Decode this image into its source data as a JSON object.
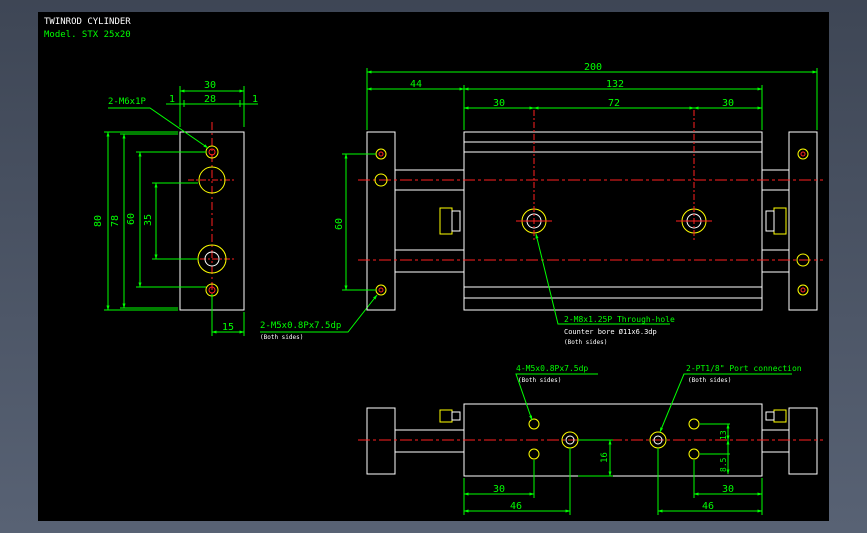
{
  "title": "TWINROD CYLINDER",
  "model": "Model. STX 25x20",
  "colors": {
    "background": "#000000",
    "outline": "#ffffff",
    "dimension": "#00ff00",
    "centerline": "#ff2020",
    "holes": "#ffff00",
    "leader_text": "#ffffff"
  },
  "side_view": {
    "dims_top": [
      "30",
      "28",
      "1",
      "1"
    ],
    "dims_left": [
      "80",
      "78",
      "60",
      "35"
    ],
    "dim_bottom": "15",
    "callout_top": "2-M6x1P",
    "callout_bottom": "2-M5x0.8Px7.5dp",
    "callout_bottom_note": "(Both sides)"
  },
  "front_view": {
    "dims_top": [
      "200",
      "44",
      "132",
      "30",
      "72",
      "30"
    ],
    "dim_left": "60",
    "callout_center": "2-M8x1.25P Through-hole",
    "callout_center_note1": "Counter bore Ø11x6.3dp",
    "callout_center_note2": "(Both sides)"
  },
  "bottom_view": {
    "callout_left": "4-M5x0.8Px7.5dp",
    "callout_left_note": "(Both sides)",
    "callout_right": "2-PT1/8\" Port connection",
    "callout_right_note": "(Both sides)",
    "dims": [
      "30",
      "46",
      "30",
      "46",
      "16",
      "13",
      "8.5"
    ]
  }
}
